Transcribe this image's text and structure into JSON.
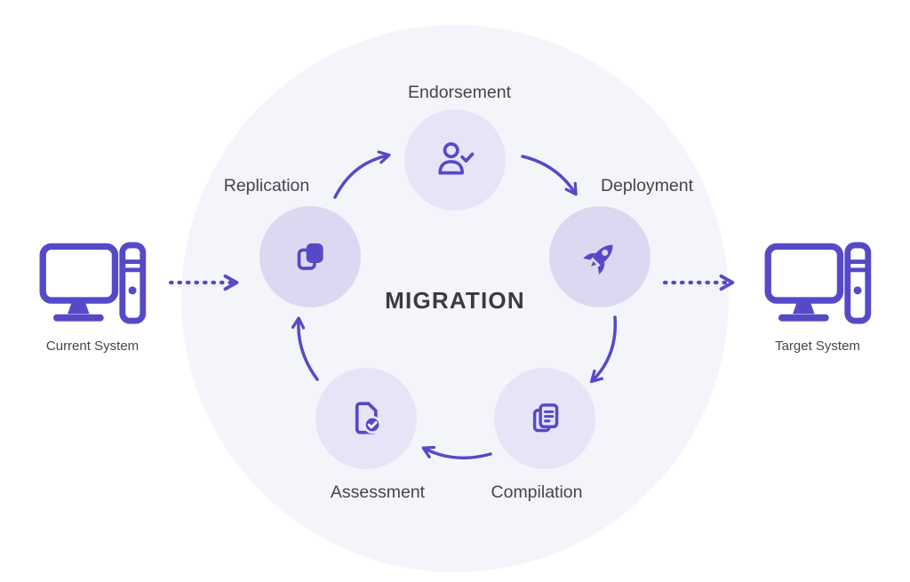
{
  "diagram": {
    "title": "MIGRATION",
    "stages": [
      {
        "label": "Endorsement",
        "icon": "person-check-icon"
      },
      {
        "label": "Deployment",
        "icon": "rocket-icon"
      },
      {
        "label": "Compilation",
        "icon": "documents-icon"
      },
      {
        "label": "Assessment",
        "icon": "document-check-icon"
      },
      {
        "label": "Replication",
        "icon": "copy-icon"
      }
    ],
    "systems": {
      "source": {
        "label": "Current System",
        "icon": "desktop-computer-icon"
      },
      "target": {
        "label": "Target System",
        "icon": "desktop-computer-icon"
      }
    },
    "flow": [
      "Replication -> Endorsement",
      "Endorsement -> Deployment",
      "Deployment -> Compilation",
      "Compilation -> Assessment",
      "Assessment -> Replication",
      "Current System -> Replication (dotted)",
      "Deployment -> Target System (dotted)"
    ],
    "colors": {
      "accent": "#5649c8",
      "node_fill_light": "#e7e4f8",
      "node_fill_dark": "#dcd8f1",
      "halo_fill": "#f4f5fb",
      "text": "#45444c",
      "title_text": "#3b3a41"
    }
  }
}
